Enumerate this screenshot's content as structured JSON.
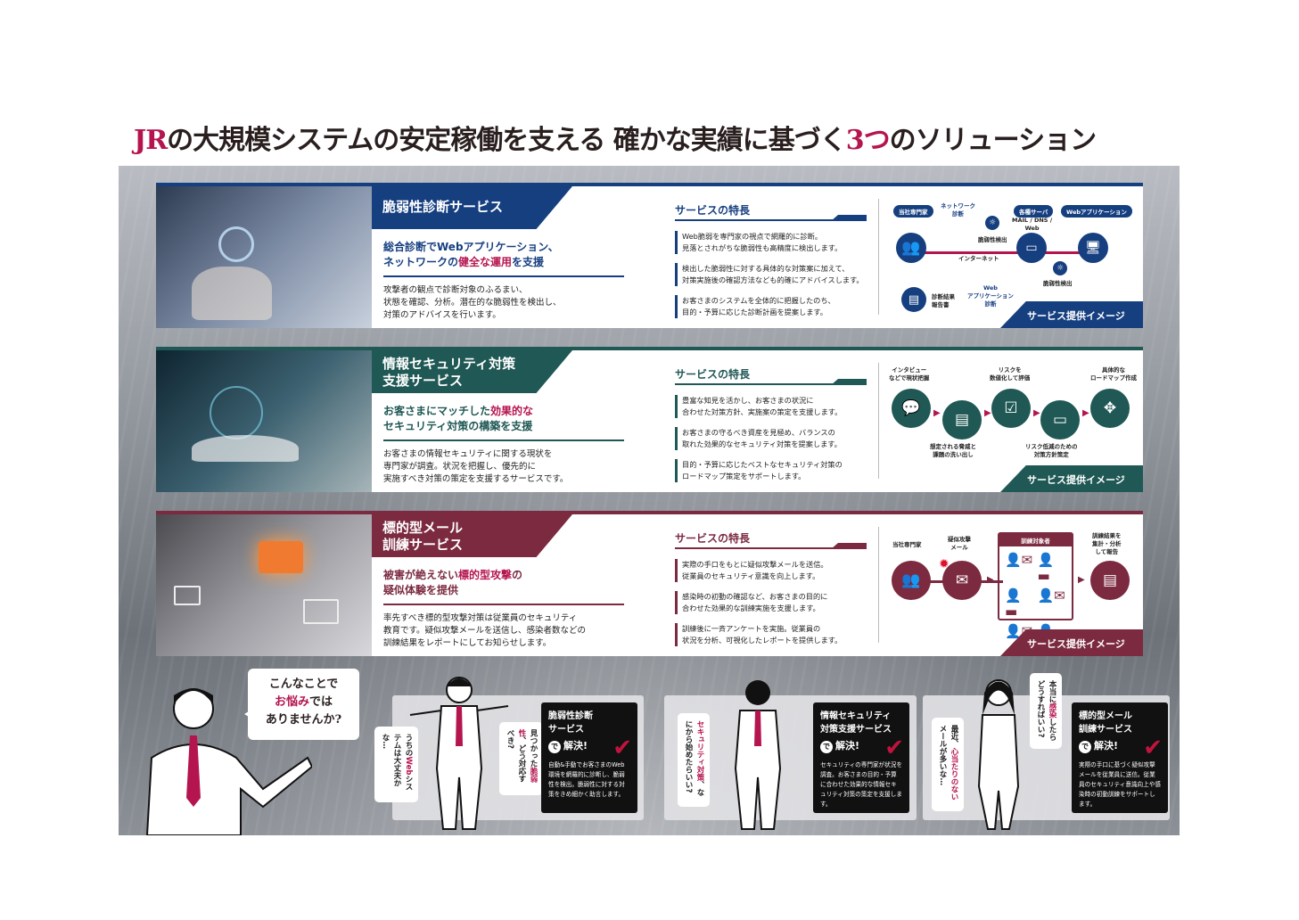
{
  "headline": {
    "acc1": "JR",
    "main": "の大規模システムの安定稼働を支える 確かな実績に基づく",
    "acc2": "3つ",
    "tail": "のソリューション"
  },
  "colors": {
    "blue": "#163f80",
    "green": "#1f5854",
    "maroon": "#7b2a40",
    "accent": "#b5154f"
  },
  "common": {
    "feature_heading": "サービスの特長",
    "image_label": "サービス提供イメージ"
  },
  "services": [
    {
      "title": "脆弱性診断サービス",
      "sub_a": "総合診断でWebアプリケーション、",
      "sub_b": "ネットワークの",
      "sub_acc": "健全な運用",
      "sub_c": "を支援",
      "desc": [
        "攻撃者の観点で診断対象のふるまい、",
        "状態を確認、分析。潜在的な脆弱性を検出し、",
        "対策のアドバイスを行います。"
      ],
      "features": [
        [
          "Web脆弱を専門家の視点で網羅的に診断。",
          "見落とされがちな脆弱性も高精度に検出します。"
        ],
        [
          "検出した脆弱性に対する具体的な対策案に加えて、",
          "対策実施後の確認方法なども的確にアドバイスします。"
        ],
        [
          "お客さまのシステムを全体的に把握したのち、",
          "目的・予算に応じた診断計画を提案します。"
        ]
      ],
      "diagram": {
        "tag1": "当社専門家",
        "tag2": "各種サーバ",
        "tag3": "Webアプリケーション",
        "net": "ネットワーク\n診断",
        "servers": "MAIL / DNS /\nWeb",
        "detect1": "脆弱性検出",
        "internet": "インターネット",
        "detect2": "脆弱性検出",
        "report": "診断結果\n報告書",
        "webdiag": "Web\nアプリケーション\n診断"
      }
    },
    {
      "title_a": "情報セキュリティ対策",
      "title_b": "支援サービス",
      "sub_a": "お客さまにマッチした",
      "sub_acc": "効果的な",
      "sub_c": "セキュリティ対策の構築を支援",
      "desc": [
        "お客さまの情報セキュリティに関する現状を",
        "専門家が調査。状況を把握し、優先的に",
        "実施すべき対策の策定を支援するサービスです。"
      ],
      "features": [
        [
          "豊富な知見を活かし、お客さまの状況に",
          "合わせた対策方針、実施案の策定を支援します。"
        ],
        [
          "お客さまの守るべき資産を見極め、バランスの",
          "取れた効果的なセキュリティ対策を提案します。"
        ],
        [
          "目的・予算に応じたベストなセキュリティ対策の",
          "ロードマップ策定をサポートします。"
        ]
      ],
      "diagram": {
        "s1": "インタビュー\nなどで現状把握",
        "s2": "想定される脅威と\n課題の洗い出し",
        "s3": "リスクを\n数値化して評価",
        "s4": "リスク低減のための\n対策方針策定",
        "s5": "具体的な\nロードマップ作成"
      }
    },
    {
      "title_a": "標的型メール",
      "title_b": "訓練サービス",
      "sub_a": "被害が絶えない",
      "sub_acc": "標的型攻撃",
      "sub_c": "の",
      "sub_d": "疑似体験を提供",
      "desc": [
        "率先すべき標的型攻撃対策は従業員のセキュリティ",
        "教育です。疑似攻撃メールを送信し、感染者数などの",
        "訓練結果をレポートにしてお知らせします。"
      ],
      "features": [
        [
          "実際の手口をもとに疑似攻撃メールを送信。",
          "従業員のセキュリティ意識を向上します。"
        ],
        [
          "感染時の初動の確認など、お客さまの目的に",
          "合わせた効果的な訓練実施を支援します。"
        ],
        [
          "訓練後に一斉アンケートを実施。従業員の",
          "状況を分析、可視化したレポートを提供します。"
        ]
      ],
      "diagram": {
        "expert": "当社専門家",
        "mail": "疑似攻撃\nメール",
        "target": "訓練対象者",
        "result": "訓練結果を\n集計・分析\nして報告"
      }
    }
  ],
  "intro": {
    "a": "こんなことで",
    "acc": "お悩み",
    "b": "では",
    "c": "ありませんか?"
  },
  "cases": [
    {
      "bub1_a": "うちの",
      "bub1_acc": "Web",
      "bub1_b": "システムは大丈夫かな…",
      "bub2_a": "見つかった",
      "bub2_acc": "脆弱性",
      "bub2_b": "、どう対応すべき?",
      "sol_a": "脆弱性診断",
      "sol_b": "サービス",
      "de": "で",
      "kai": "解決!",
      "body": "自動&手動でお客さまのWeb環境を網羅的に診断し、脆弱性を検出。脆弱性に対する対策をきめ細かく助言します。"
    },
    {
      "bub1_acc": "セキュリティ対策",
      "bub1_b": "、なにから始めたらいい?",
      "sol_a": "情報セキュリティ",
      "sol_b": "対策支援サービス",
      "de": "で",
      "kai": "解決!",
      "body": "セキュリティの専門家が状況を調査。お客さまの目的・予算に合わせた効果的な情報セキュリティ対策の策定を支援します。"
    },
    {
      "bub1_a": "最近、",
      "bub1_acc": "心当たりのない",
      "bub1_b": "メールが多いな…",
      "bub2_a": "本当に",
      "bub2_acc": "感染",
      "bub2_b": "したらどうすればいい?",
      "sol_a": "標的型メール",
      "sol_b": "訓練サービス",
      "de": "で",
      "kai": "解決!",
      "body": "実際の手口に基づく疑似攻撃メールを従業員に送信。従業員のセキュリティ意識向上や感染時の初動訓練をサポートします。"
    }
  ]
}
